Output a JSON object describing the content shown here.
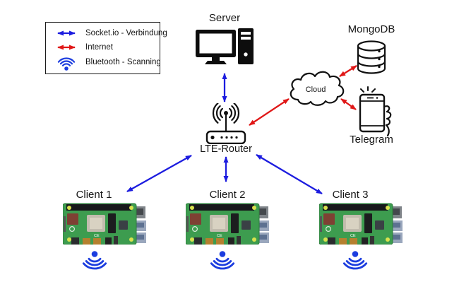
{
  "legend": {
    "items": [
      {
        "label": "Socket.io - Verbindung",
        "icon": "double-arrow-icon",
        "color": "#1c1cdf"
      },
      {
        "label": "Internet",
        "icon": "double-arrow-icon",
        "color": "#e01717"
      },
      {
        "label": "Bluetooth - Scanning",
        "icon": "wifi-scan-icon",
        "color": "#1c3ddf"
      }
    ]
  },
  "nodes": {
    "server": {
      "label": "Server"
    },
    "mongodb": {
      "label": "MongoDB"
    },
    "cloud": {
      "label": "Cloud"
    },
    "telegram": {
      "label": "Telegram"
    },
    "router": {
      "label": "LTE-Router"
    },
    "clients": [
      {
        "label": "Client 1"
      },
      {
        "label": "Client 2"
      },
      {
        "label": "Client 3"
      }
    ]
  },
  "colors": {
    "socket_blue": "#1c1cdf",
    "internet_red": "#e01717",
    "scan_blue": "#1c3ddf"
  },
  "connections": [
    {
      "from": "Server",
      "to": "LTE-Router",
      "type": "Socket.io - Verbindung"
    },
    {
      "from": "LTE-Router",
      "to": "Client 1",
      "type": "Socket.io - Verbindung"
    },
    {
      "from": "LTE-Router",
      "to": "Client 2",
      "type": "Socket.io - Verbindung"
    },
    {
      "from": "LTE-Router",
      "to": "Client 3",
      "type": "Socket.io - Verbindung"
    },
    {
      "from": "LTE-Router",
      "to": "Cloud",
      "type": "Internet"
    },
    {
      "from": "Cloud",
      "to": "MongoDB",
      "type": "Internet"
    },
    {
      "from": "Cloud",
      "to": "Telegram",
      "type": "Internet"
    }
  ]
}
